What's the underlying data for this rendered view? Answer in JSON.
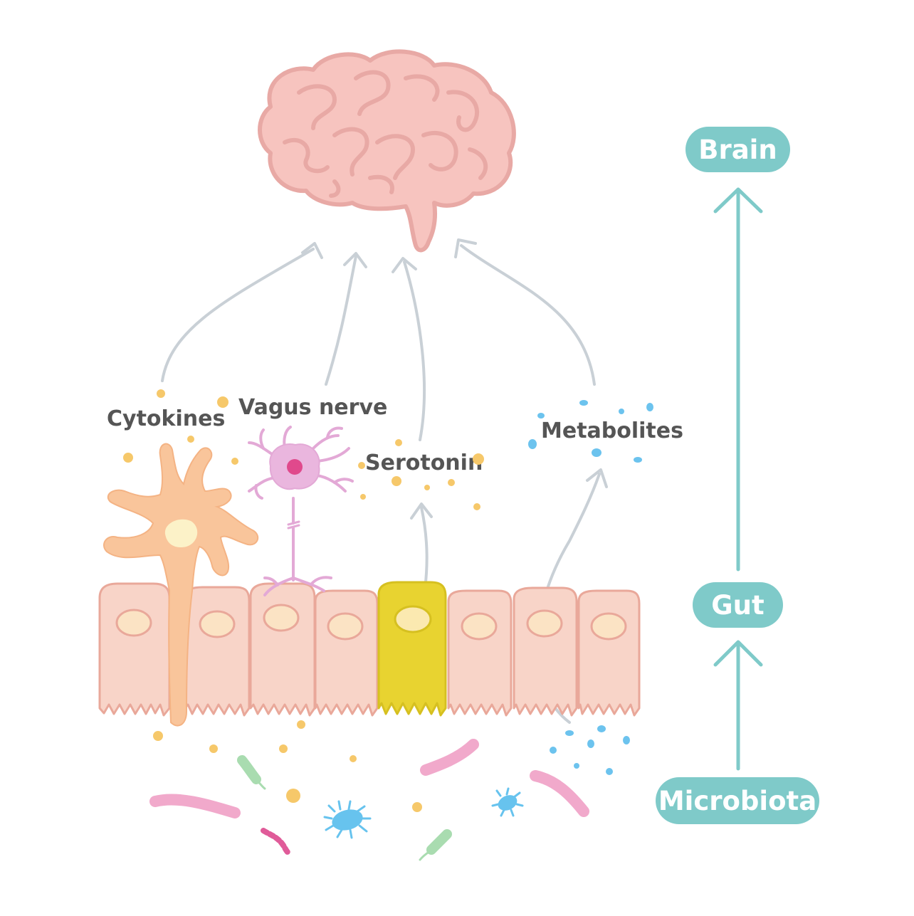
{
  "labels": {
    "cytokines": "Cytokines",
    "vagus": "Vagus nerve",
    "serotonin": "Serotonin",
    "metabolites": "Metabolites"
  },
  "axis": {
    "brain": "Brain",
    "gut": "Gut",
    "microbiota": "Microbiota"
  },
  "colors": {
    "teal": "#7fcac9",
    "arrow_gray": "#c9d0d6",
    "brain_fill": "#f7c4bf",
    "brain_stroke": "#e8a9a5",
    "cell_fill": "#f8d4c8",
    "cell_stroke": "#e9a89a",
    "nucleus": "#fbe3c4",
    "enterochromaffin": "#e8d330",
    "dendritic": "#f9c59b",
    "neuron": "#e3a9d6",
    "particle_yellow": "#f6c86a",
    "particle_blue": "#6cc3ee",
    "bacteria_pink": "#f1a9cb",
    "bacteria_green": "#a9dcb0",
    "bacteria_blue": "#67c3ee"
  },
  "icons": [
    "brain-icon",
    "dendritic-cell-icon",
    "neuron-icon",
    "epithelial-cell-icon",
    "bacteria-icon"
  ]
}
